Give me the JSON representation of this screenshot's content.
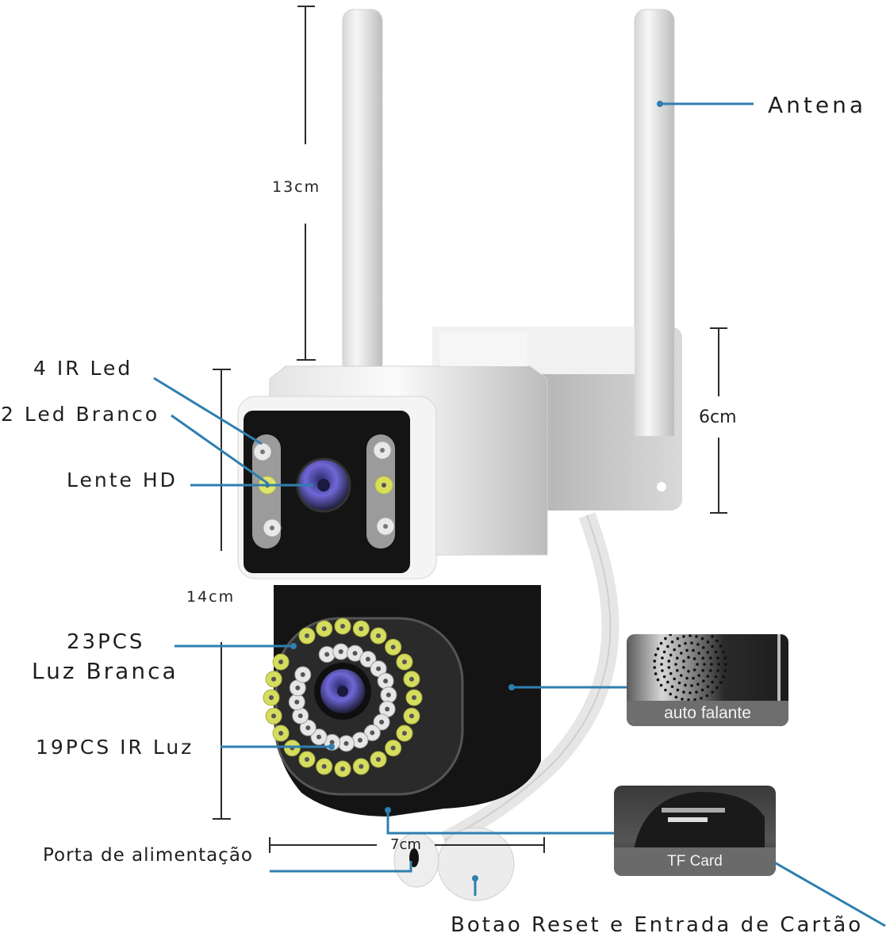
{
  "labels": {
    "antenna": "Antena",
    "ir_led": "4 IR Led",
    "white_led": "2 Led Branco",
    "hd_lens": "Lente HD",
    "white_light_count": "23PCS",
    "white_light": "Luz Branca",
    "ir_light": "19PCS IR Luz",
    "power_port": "Porta de alimentação",
    "reset_and_card": "Botao Reset e Entrada de Cartão"
  },
  "dimensions": {
    "antenna_height": "13cm",
    "bracket_height": "6cm",
    "body_height": "14cm",
    "body_width": "7cm"
  },
  "insets": {
    "speaker": "auto falante",
    "tf_card": "TF Card"
  },
  "colors": {
    "callout": "#2f7fb0",
    "dimension": "#2a2a2a",
    "camera_body_white": "#f0f0f0",
    "camera_body_black": "#111111",
    "white_led": "#d8dd6a",
    "lens": "#6b63c9"
  }
}
